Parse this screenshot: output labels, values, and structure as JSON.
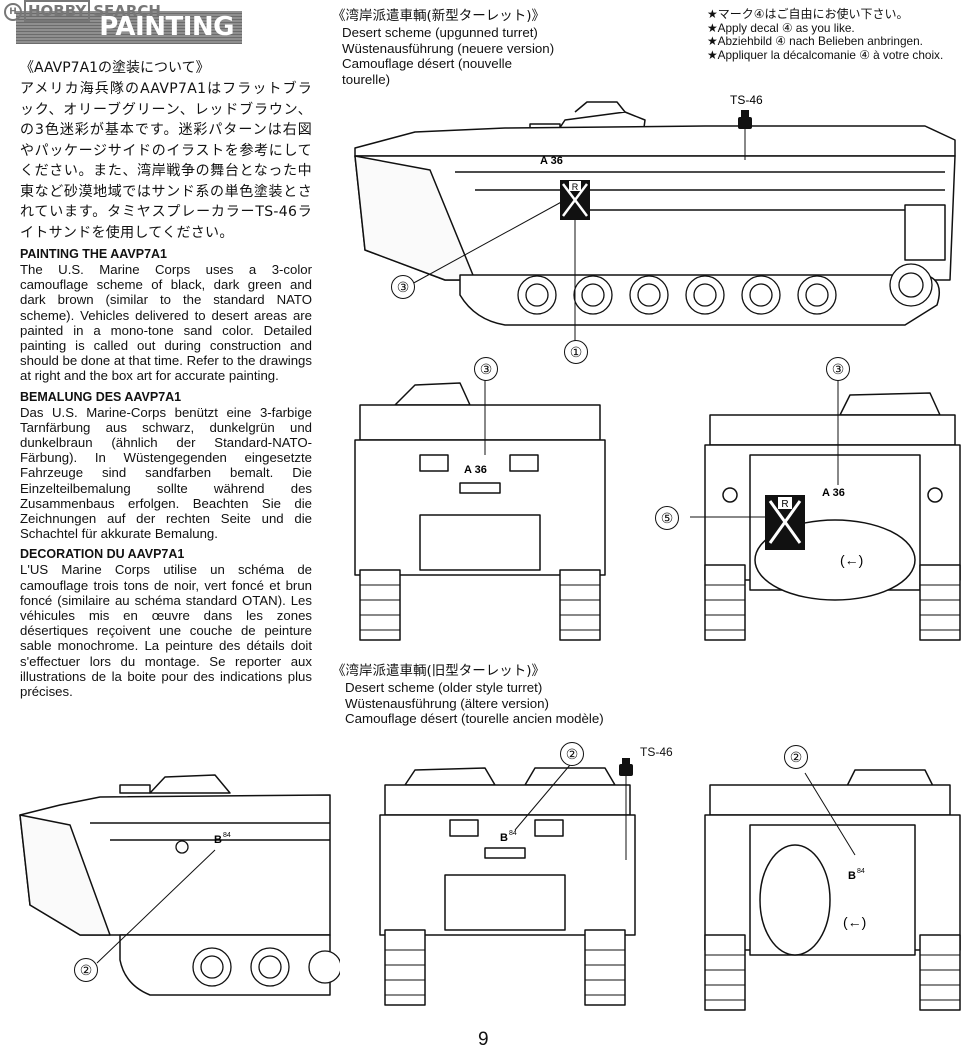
{
  "header": {
    "watermark_hobby": "HOBBY",
    "watermark_search": "SEARCH",
    "watermark_mark": "H",
    "section_title": "PAINTING"
  },
  "left": {
    "jp_title": "《AAVP7A1の塗装について》",
    "jp_body": "アメリカ海兵隊のAAVP7A1はフラットブラック、オリーブグリーン、レッドブラウン、の3色迷彩が基本です。迷彩パターンは右図やパッケージサイドのイラストを参考にしてください。また、湾岸戦争の舞台となった中東など砂漠地域ではサンド系の単色塗装とされています。タミヤスプレーカラーTS-46ライトサンドを使用してください。",
    "en_title": "PAINTING THE AAVP7A1",
    "en_body": "The U.S. Marine Corps uses a 3-color camouflage scheme of black, dark green and dark brown (similar to the standard NATO scheme). Vehicles delivered to desert areas are painted in a mono-tone sand color. Detailed painting is called out during construction and should be done at that time. Refer to the drawings at right and the box art for accurate painting.",
    "de_title": "BEMALUNG DES AAVP7A1",
    "de_body": "Das U.S. Marine-Corps benützt eine 3-farbige Tarnfärbung aus schwarz, dunkelgrün und dunkelbraun (ähnlich der Standard-NATO-Färbung). In Wüstengegenden eingesetzte Fahrzeuge sind sandfarben bemalt. Die Einzelteilbemalung sollte während des Zusammenbaus erfolgen. Beachten Sie die Zeichnungen auf der rechten Seite und die Schachtel für akkurate Bemalung.",
    "fr_title": "DECORATION DU AAVP7A1",
    "fr_body": "L'US Marine Corps utilise un schéma de camouflage trois tons de noir, vert foncé et brun foncé (similaire au schéma standard OTAN). Les véhicules mis en œuvre dans les zones désertiques reçoivent une couche de peinture sable monochrome. La peinture des détails doit s'effectuer lors du montage. Se reporter aux illustrations de la boite pour des indications plus précises."
  },
  "scheme_new": {
    "jp_title": "《湾岸派遣車輌(新型ターレット)》",
    "en": "Desert scheme (upgunned turret)",
    "de": "Wüstenausführung (neuere version)",
    "fr": "Camouflage désert (nouvelle tourelle)"
  },
  "scheme_old": {
    "jp_title": "《湾岸派遣車輌(旧型ターレット)》",
    "en": "Desert scheme (older style turret)",
    "de": "Wüstenausführung (ältere version)",
    "fr": "Camouflage désert (tourelle ancien modèle)"
  },
  "notes": {
    "jp": "★マーク④はご自由にお使い下さい。",
    "en": "★Apply decal ④ as you like.",
    "de": "★Abziehbild ④ nach Belieben anbringen.",
    "fr": "★Appliquer la décalcomanie ④ à votre choix."
  },
  "paint_code": "TS-46",
  "markings": {
    "a36": "A 36",
    "a36_rear": "A 36",
    "b84": "B",
    "b84_sup": "84",
    "r_letter": "R",
    "arrow": "(←)"
  },
  "callouts": {
    "c1": "①",
    "c2": "②",
    "c3": "③",
    "c5": "⑤"
  },
  "page_number": "9"
}
